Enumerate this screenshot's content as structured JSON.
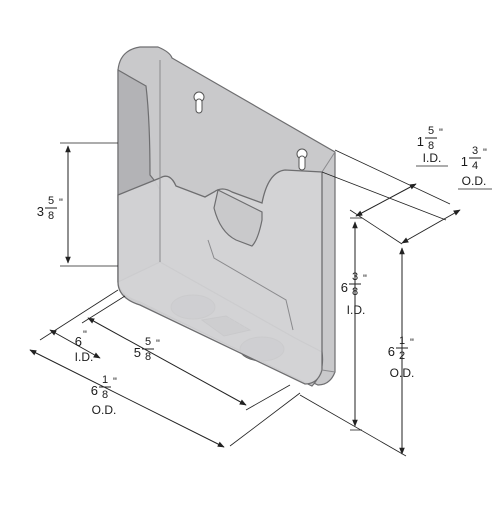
{
  "diagram": {
    "subject": "clear brochure wall holder",
    "dimensions": [
      {
        "id": "front-depth-id",
        "whole": "1",
        "num": "5",
        "den": "8",
        "inch": "\"",
        "tag": "I.D."
      },
      {
        "id": "back-depth-od",
        "whole": "1",
        "num": "3",
        "den": "4",
        "inch": "\"",
        "tag": "O.D."
      },
      {
        "id": "front-height",
        "whole": "3",
        "num": "5",
        "den": "8",
        "inch": "\"",
        "tag": ""
      },
      {
        "id": "pocket-height-id",
        "whole": "6",
        "num": "3",
        "den": "8",
        "inch": "\"",
        "tag": "I.D."
      },
      {
        "id": "overall-height-od",
        "whole": "6",
        "num": "1",
        "den": "2",
        "inch": "\"",
        "tag": "O.D."
      },
      {
        "id": "width-id",
        "whole": "6",
        "num": "",
        "den": "",
        "inch": "\"",
        "tag": "I.D."
      },
      {
        "id": "inner-width",
        "whole": "5",
        "num": "5",
        "den": "8",
        "inch": "\"",
        "tag": ""
      },
      {
        "id": "width-od",
        "whole": "6",
        "num": "1",
        "den": "8",
        "inch": "\"",
        "tag": "O.D."
      }
    ]
  }
}
